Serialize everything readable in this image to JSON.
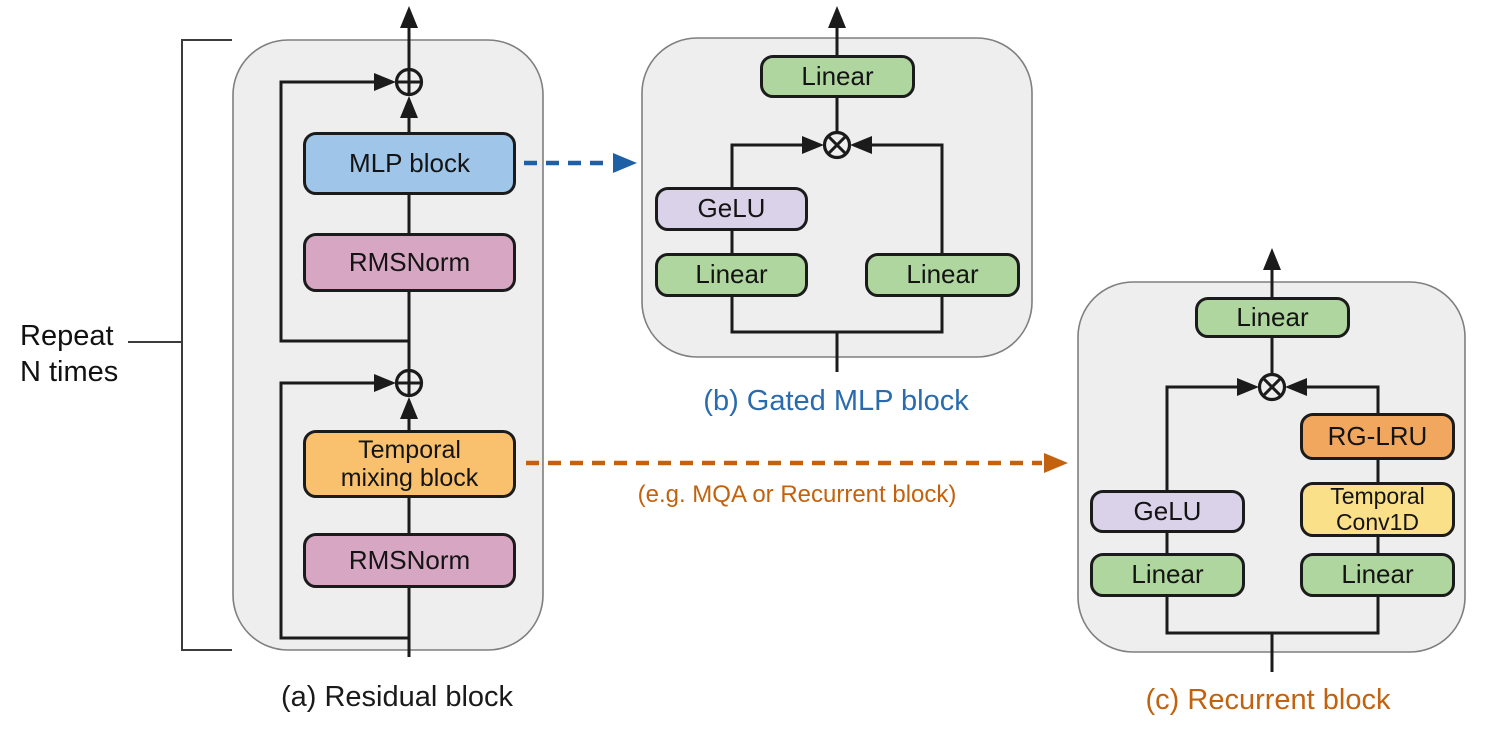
{
  "panel_a": {
    "caption": "(a) Residual block",
    "side_label": "Repeat\nN times",
    "mlp_block": "MLP block",
    "rmsnorm_top": "RMSNorm",
    "temporal_mixing_block": "Temporal\nmixing block",
    "rmsnorm_bottom": "RMSNorm"
  },
  "panel_b": {
    "caption": "(b) Gated MLP block",
    "linear_out": "Linear",
    "gelu": "GeLU",
    "linear_gate": "Linear",
    "linear_value": "Linear"
  },
  "panel_c": {
    "caption": "(c) Recurrent block",
    "linear_out": "Linear",
    "gelu": "GeLU",
    "linear_gate": "Linear",
    "rg_lru": "RG-LRU",
    "temporal_conv1d": "Temporal\nConv1D",
    "linear_value": "Linear"
  },
  "annotations": {
    "temporal_mixing_note": "(e.g. MQA or Recurrent block)"
  },
  "icons": {
    "add_operator": "circled-plus",
    "multiply_operator": "circled-times",
    "solid_arrow": "black-arrowhead",
    "dashed_arrow_blue": "blue-dashed-arrow",
    "dashed_arrow_orange": "orange-dashed-arrow"
  },
  "colors": {
    "mlp_blue": "#9FC5E8",
    "rmsnorm_pink": "#D6A6C3",
    "temporal_orange": "#F9C06E",
    "rg_lru_orange": "#F2A75F",
    "linear_green": "#B0D69F",
    "gelu_purple": "#D9D2E9",
    "conv_yellow": "#FBE08A",
    "panel_gray": "#EEEEEE",
    "line_black": "#1B1B1B",
    "arrow_blue": "#1F5FA6",
    "caption_blue": "#2A6BAD",
    "arrow_orange": "#C2620F"
  }
}
